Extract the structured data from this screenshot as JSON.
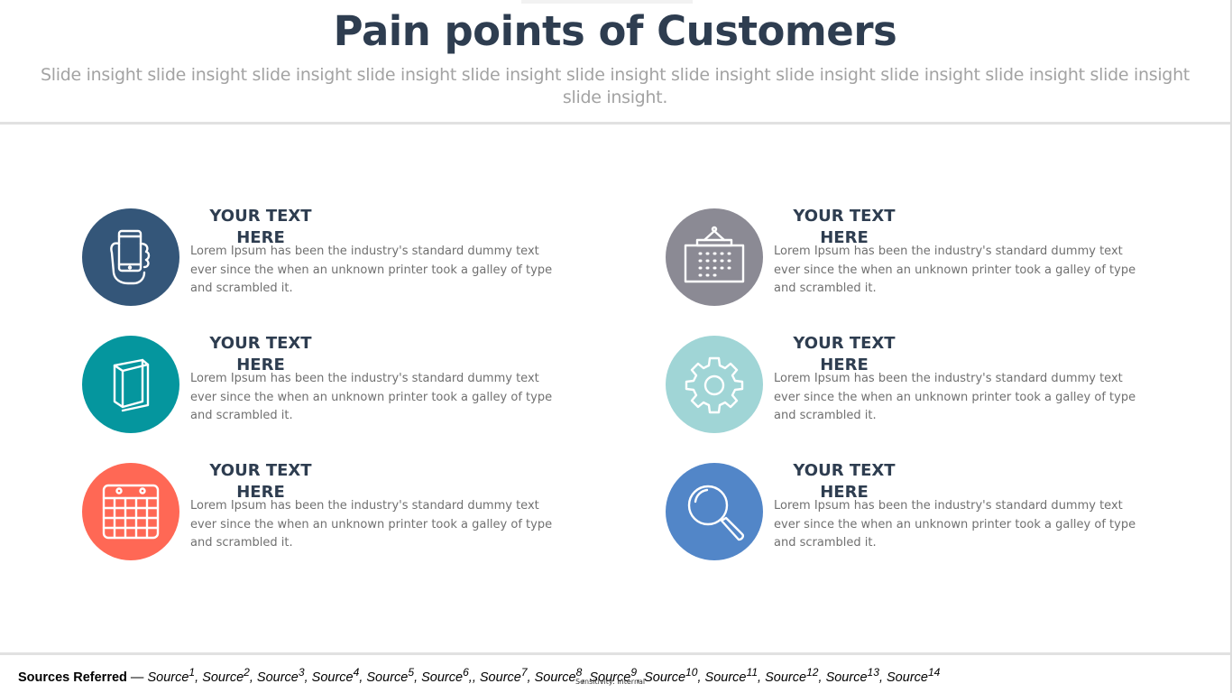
{
  "slide": {
    "title": "Pain points of Customers",
    "subtitle": "Slide insight slide insight slide insight slide insight slide insight slide insight slide insight slide insight slide insight slide insight slide insight slide insight."
  },
  "cards": [
    {
      "heading": "YOUR TEXT HERE",
      "body": "Lorem Ipsum has been the industry's standard dummy text ever since the when an unknown printer took a galley of type and scrambled it.",
      "icon": "phone-in-hand-icon",
      "color": "#345679"
    },
    {
      "heading": "YOUR TEXT HERE",
      "body": "Lorem Ipsum has been the industry's standard dummy text ever since the when an unknown printer took a galley of type and scrambled it.",
      "icon": "wall-calendar-icon",
      "color": "#8b8a94"
    },
    {
      "heading": "YOUR TEXT HERE",
      "body": "Lorem Ipsum has been the industry's standard dummy text ever since the when an unknown printer took a galley of type and scrambled it.",
      "icon": "book-icon",
      "color": "#05969e"
    },
    {
      "heading": "YOUR TEXT HERE",
      "body": "Lorem Ipsum has been the industry's standard dummy text ever since the when an unknown printer took a galley of type and scrambled it.",
      "icon": "gear-icon",
      "color": "#a0d5d6"
    },
    {
      "heading": "YOUR TEXT HERE",
      "body": "Lorem Ipsum has been the industry's standard dummy text ever since the when an unknown printer took a galley of type and scrambled it.",
      "icon": "calendar-icon",
      "color": "#ff6855"
    },
    {
      "heading": "YOUR TEXT HERE",
      "body": "Lorem Ipsum has been the industry's standard dummy text ever since the when an unknown printer took a galley of type and scrambled it.",
      "icon": "magnifier-icon",
      "color": "#5286c8"
    }
  ],
  "footer": {
    "sources_label": "Sources Referred",
    "sources": [
      "Source",
      "Source",
      "Source",
      "Source",
      "Source",
      "Source",
      "Source",
      "Source",
      "Source",
      "Source",
      "Source",
      "Source",
      "Source",
      "Source"
    ],
    "sensitivity": "Sensitivity: Internal"
  }
}
